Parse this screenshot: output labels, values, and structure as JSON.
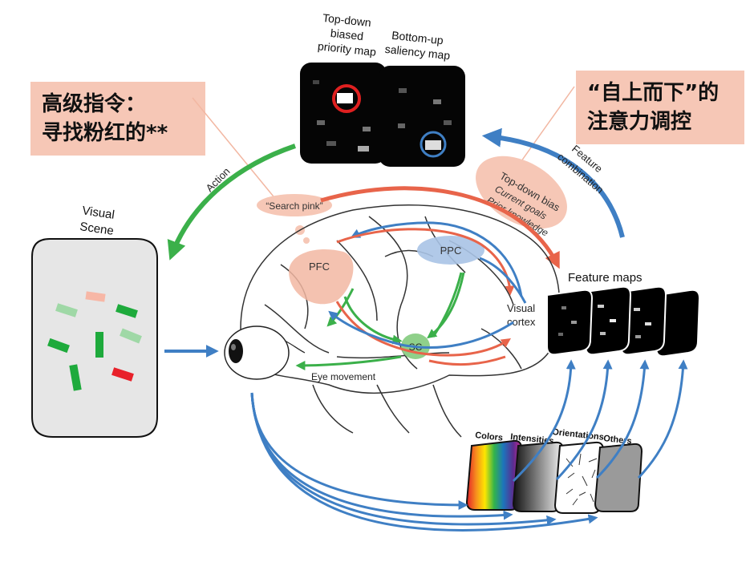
{
  "callouts": {
    "left": {
      "line1": "高级指令：",
      "line2": "寻找粉红的**"
    },
    "right": {
      "line1": "“自上而下”的",
      "line2": "注意力调控"
    }
  },
  "maps": {
    "top_down": {
      "line1": "Top-down",
      "line2": "biased",
      "line3": "priority map"
    },
    "bottom_up": {
      "line1": "Bottom-up",
      "line2": "saliency map"
    }
  },
  "labels": {
    "action": "Action",
    "visual_scene_1": "Visual",
    "visual_scene_2": "Scene",
    "search_pink": "“Search pink”",
    "feature_combination_1": "Feature",
    "feature_combination_2": "combination",
    "topdown_bias": "Top-down bias",
    "current_goals": "Current goals",
    "prior_knowledge": "Prior knowledge",
    "feature_maps": "Feature maps",
    "pfc": "PFC",
    "ppc": "PPC",
    "sc": "SC",
    "visual_cortex_1": "Visual",
    "visual_cortex_2": "cortex",
    "eye_movement": "Eye movement",
    "colors": "Colors",
    "intensities": "Intensities",
    "orientations": "Orientations",
    "others": "Others"
  },
  "colors": {
    "salmon_callout": "#f6c7b6",
    "red_arrow": "#e8644a",
    "blue_arrow": "#3f7fc4",
    "green_arrow": "#3bb04a",
    "pfc_region": "#f2b7a2",
    "ppc_region": "#a9c3e6",
    "sc_region": "#8fd08a",
    "target_pink": "#f7b7a6"
  }
}
